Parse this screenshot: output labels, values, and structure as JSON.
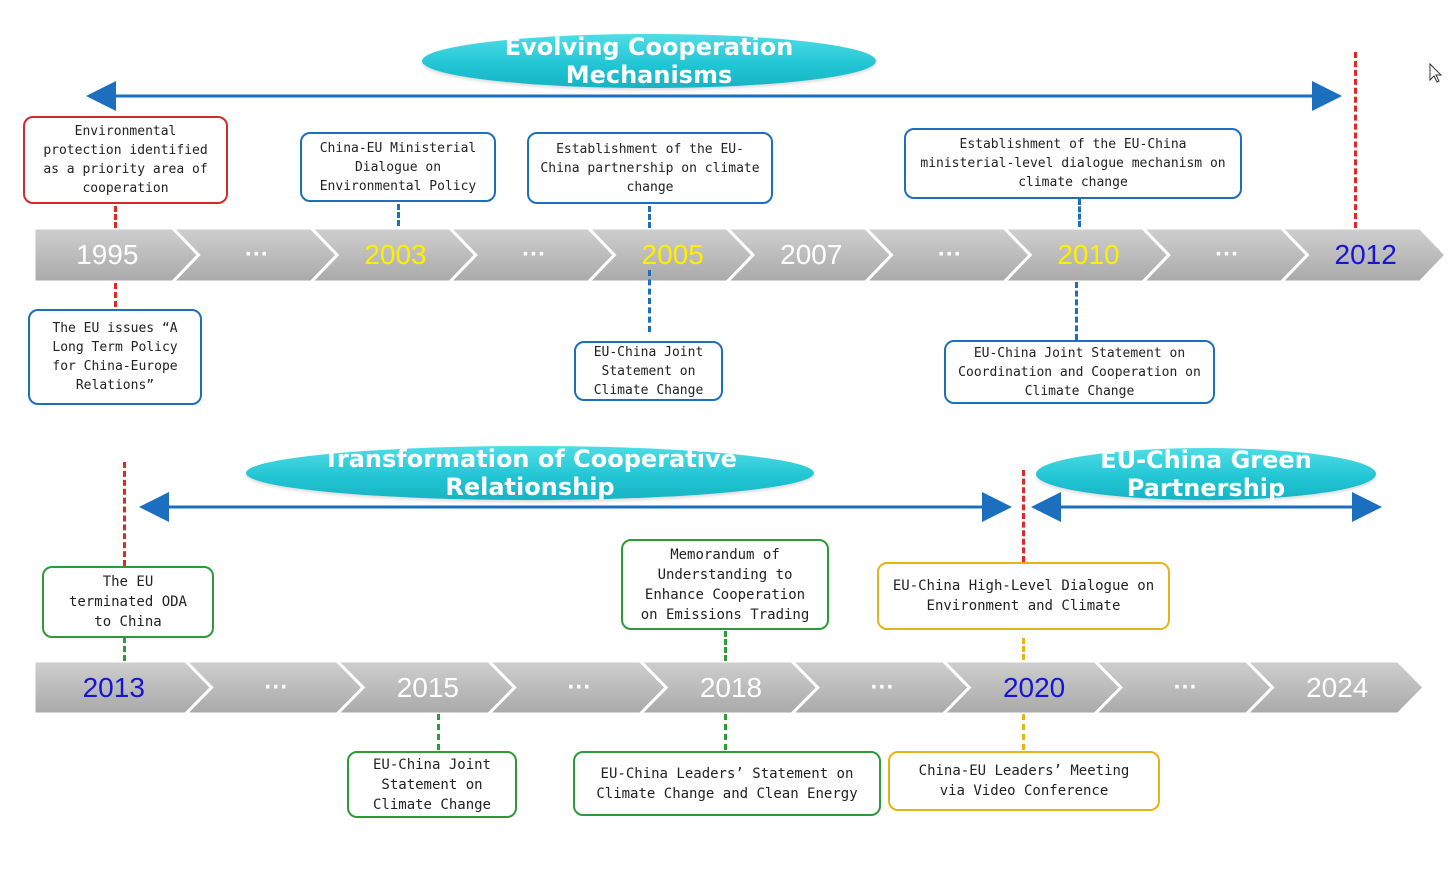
{
  "colors": {
    "pill": "#20c4d3",
    "arrow": "#1c6fbf",
    "chevron": "#bdbdbd",
    "red": "#d42a2a",
    "blue": "#1c6fbf",
    "green": "#2f9a3a",
    "yellow": "#e6b417",
    "label_white": "#ffffff",
    "label_yellow": "#ffee00",
    "label_darkblue": "#1515d6"
  },
  "phases": {
    "phase1": "Evolving Cooperation\nMechanisms",
    "phase2": "Transformation of Cooperative\nRelationship",
    "phase3": "EU-China Green\nPartnership"
  },
  "timeline1": {
    "labels": [
      "1995",
      "···",
      "2003",
      "···",
      "2005",
      "2007",
      "···",
      "2010",
      "···",
      "2012"
    ]
  },
  "timeline2": {
    "labels": [
      "2013",
      "···",
      "2015",
      "···",
      "2018",
      "···",
      "2020",
      "···",
      "2024"
    ]
  },
  "events": {
    "e1995_top": "Environmental\nprotection identified\nas a priority area of\ncooperation",
    "e1995_bottom": "The EU issues  “A\nLong Term Policy\nfor China-Europe\nRelations”",
    "e2003_top": "China-EU Ministerial\nDialogue on\nEnvironmental Policy",
    "e2005_top": "Establishment of the EU-\nChina partnership on climate\nchange",
    "e2005_bottom": "EU-China Joint\nStatement on\nClimate Change",
    "e2010_top": "Establishment of the EU-China\nministerial-level dialogue mechanism on\nclimate change",
    "e2010_bottom": "EU-China Joint Statement on\nCoordination and Cooperation on\nClimate Change",
    "e2013_top": "The EU\nterminated ODA\nto China",
    "e2015_bottom": "EU-China Joint\nStatement on\nClimate Change",
    "e2018_top": "Memorandum of\nUnderstanding to\nEnhance Cooperation\non Emissions Trading",
    "e2018_bottom": "EU-China Leaders’  Statement on\nClimate Change and Clean Energy",
    "e2020_top": "EU-China High-Level Dialogue on\nEnvironment and Climate",
    "e2020_bottom": "China-EU Leaders’  Meeting\nvia Video Conference"
  }
}
